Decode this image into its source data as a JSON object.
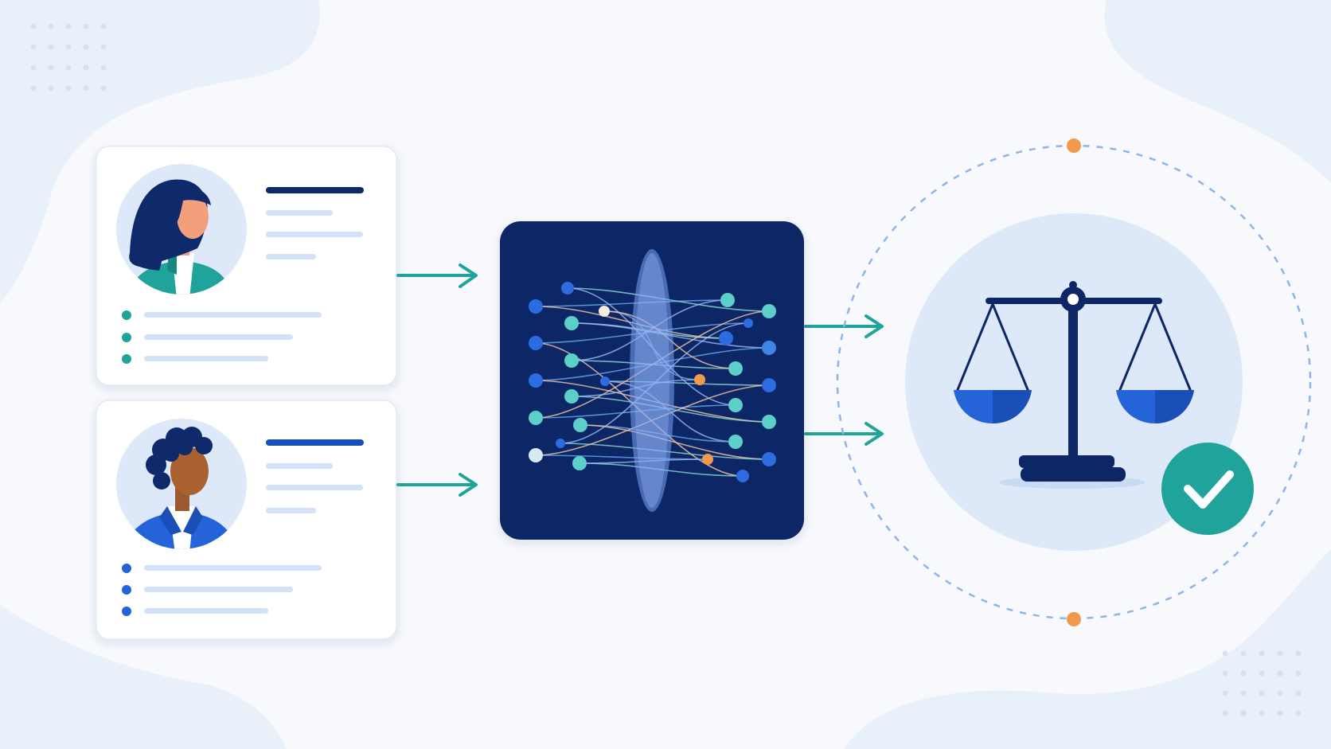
{
  "diagram": {
    "nodes": [
      {
        "id": "profile-woman",
        "kind": "profile-card",
        "avatar": "woman-avatar-icon",
        "bullet_color": "#1fa39a"
      },
      {
        "id": "profile-man",
        "kind": "profile-card",
        "avatar": "man-avatar-icon",
        "bullet_color": "#2563d8"
      },
      {
        "id": "model",
        "kind": "neural-network-lens",
        "icon": "neural-network-icon"
      },
      {
        "id": "outcome",
        "kind": "balanced-scale",
        "icon": "scale-icon",
        "badge": "check-icon"
      }
    ],
    "edges": [
      {
        "from": "profile-woman",
        "to": "model"
      },
      {
        "from": "profile-man",
        "to": "model"
      },
      {
        "from": "model",
        "to": "outcome"
      },
      {
        "from": "model",
        "to": "outcome"
      }
    ]
  },
  "colors": {
    "navy": "#0f2a6b",
    "teal": "#1fa39a",
    "blue": "#2563d8",
    "light_blue": "#dde9f8",
    "orange": "#f29a4b",
    "background": "#f7f9fc"
  }
}
